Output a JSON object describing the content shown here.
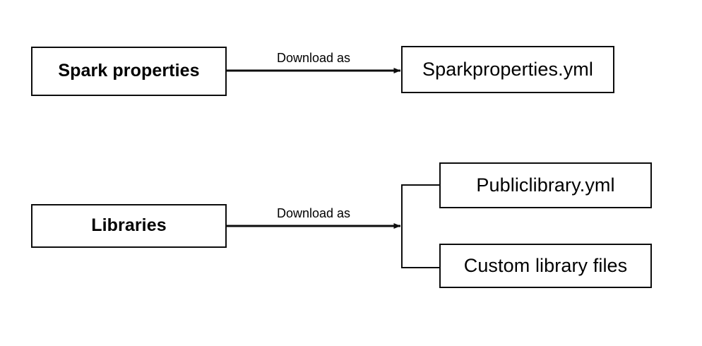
{
  "diagram": {
    "type": "flow-diagram",
    "background_color": "#ffffff",
    "stroke_color": "#0d0d0d",
    "text_color": "#000000",
    "flows": [
      {
        "id": "spark-properties-flow",
        "source": {
          "label": "Spark properties"
        },
        "edge_label": "Download as",
        "targets": [
          {
            "label": "Sparkproperties.yml"
          }
        ]
      },
      {
        "id": "libraries-flow",
        "source": {
          "label": "Libraries"
        },
        "edge_label": "Download as",
        "targets": [
          {
            "label": "Publiclibrary.yml"
          },
          {
            "label": "Custom library files"
          }
        ]
      }
    ]
  }
}
